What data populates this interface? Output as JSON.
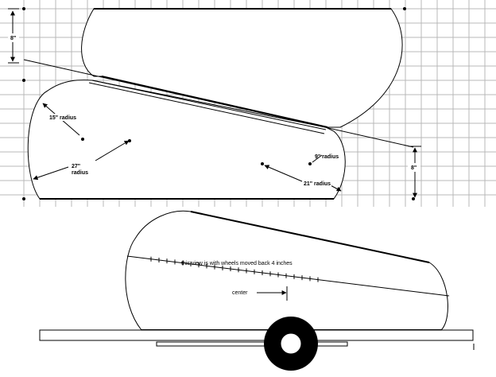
{
  "labels": {
    "top_height": "8\"",
    "right_height": "8\"",
    "radius_15": "15\" radius",
    "radius_27": "27\" radius",
    "radius_9": "9\" radius",
    "radius_21": "21\" radius",
    "note": "this view is with wheels moved back 4 inches",
    "center": "center"
  }
}
